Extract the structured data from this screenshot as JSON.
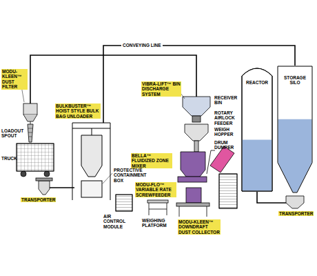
{
  "diagram": {
    "nodes": [
      {
        "text": [
          "REACTOR"
        ]
      },
      {
        "text": [
          "STORAGE SILO"
        ]
      }
    ],
    "labels": [
      "CONVEYING LINE",
      "MODU-KLEEN™ DUST FILTER",
      "VIBRA-LIFT™ BIN DISCHARGE SYSTEM",
      "RECEIVER BIN",
      "ROTARY AIRLOCK FEEDER",
      "BULKBUSTER™ HOIST STYLE BULK BAG UNLOADER",
      "LOADOUT SPOUT",
      "WEIGH HOPPER",
      "DRUM DUMPER",
      "TRUCK",
      "BELLA™ FLUIDIZED ZONE MIXER",
      "PROTECTIVE CONTAINMENT BOX",
      "MODU-FLO™ VARIABLE RATE SCREWFEEDER",
      "TRANSPORTER",
      "WEIGHING PLATFORM",
      "MODU-KLEEN™ DOWNDRAFT DUST COLLECTOR",
      "AIR CONTROL MODULE",
      "TRANSPORTER"
    ]
  }
}
